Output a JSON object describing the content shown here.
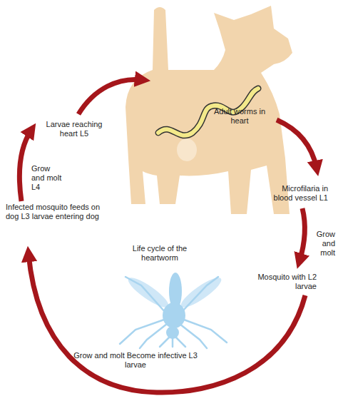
{
  "diagram": {
    "title": "Life cycle of the heartworm",
    "labels": [
      "Larvae reaching heart L5",
      "Adult worms in heart",
      "Microfilaria in blood vessel L1",
      "Grow and molt",
      "Mosquito with L2 larvae",
      "Grow and molt Become infective L3 larvae",
      "Infected mosquito feeds on dog L3 larvae entering dog",
      "Grow and molt L4"
    ]
  }
}
